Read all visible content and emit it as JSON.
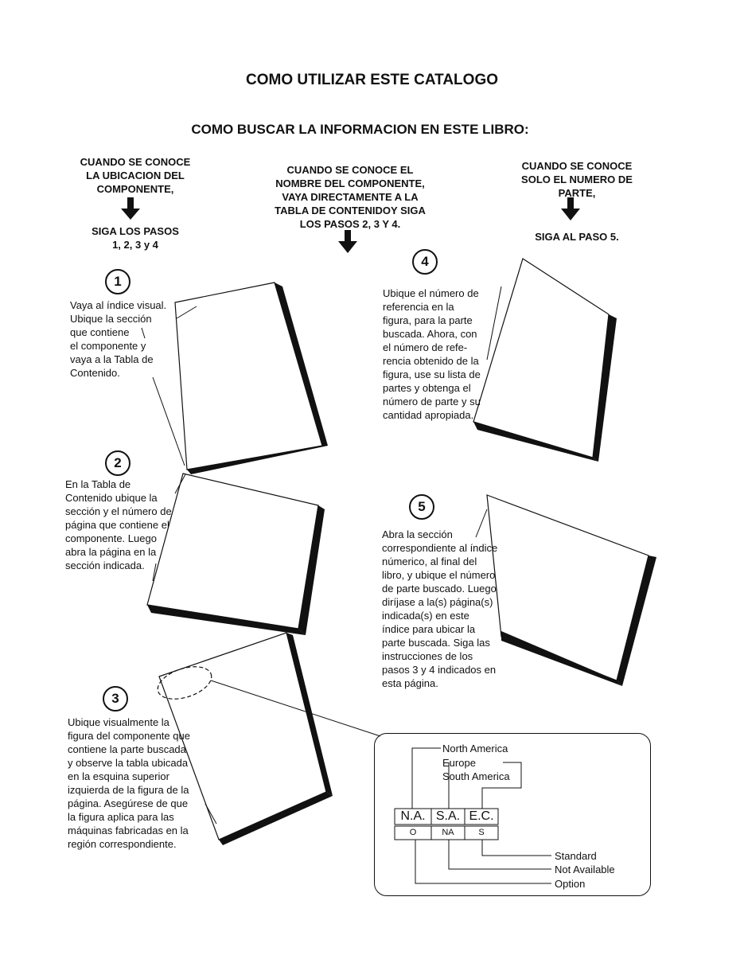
{
  "title": "COMO UTILIZAR ESTE CATALOGO",
  "subtitle": "COMO BUSCAR LA INFORMACION EN ESTE LIBRO:",
  "columns": {
    "left": {
      "known": "CUANDO SE CONOCE\nLA UBICACION DEL\nCOMPONENTE,",
      "action": "SIGA LOS PASOS\n1, 2, 3 y 4"
    },
    "center": {
      "known": "CUANDO SE CONOCE EL\nNOMBRE DEL COMPONENTE,\nVAYA DIRECTAMENTE A LA\nTABLA DE CONTENIDOY SIGA\nLOS PASOS 2, 3 Y 4."
    },
    "right": {
      "known": "CUANDO SE CONOCE\nSOLO EL NUMERO DE\nPARTE,",
      "action": "SIGA AL PASO 5."
    }
  },
  "steps": [
    {
      "number": "1",
      "text": "Vaya al índice visual.\nUbique la sección\nque contiene\nel componente y\nvaya a la Tabla de\nContenido."
    },
    {
      "number": "2",
      "text": "En la Tabla de\nContenido ubique la\nsección y el número de\npágina que contiene el\ncomponente. Luego\nabra la página en la\nsección indicada."
    },
    {
      "number": "3",
      "text": "Ubique visualmente la\nfigura del componente que\ncontiene la parte buscada\ny observe la tabla ubicada\nen la esquina superior\nizquierda de la figura de la\npágina. Asegúrese de que\nla figura aplica para las\nmáquinas fabricadas en la\nregión correspondiente."
    },
    {
      "number": "4",
      "text": "Ubique el número de\nreferencia  en la\nfigura, para la parte\nbuscada. Ahora, con\nel número de refe-\nrencia obtenido de la\nfigura, use su lista de\npartes y obtenga el\nnúmero de parte y su\ncantidad apropiada."
    },
    {
      "number": "5",
      "text": "Abra la sección\ncorrespondiente al índice\nnúmerico, al final del\nlibro, y ubique el número\nde parte buscado. Luego\ndiríjase a la(s) página(s)\nindicada(s) en este\níndice para ubicar la\nparte buscada. Siga las\ninstrucciones de los\npasos 3 y 4 indicados en\nesta página."
    }
  ],
  "legend": {
    "regions": [
      "North America",
      "Europe",
      "South America"
    ],
    "codes": [
      "N.A.",
      "S.A.",
      "E.C."
    ],
    "values": [
      "O",
      "NA",
      "S"
    ],
    "meanings": [
      "Standard",
      "Not Available",
      "Option"
    ]
  }
}
